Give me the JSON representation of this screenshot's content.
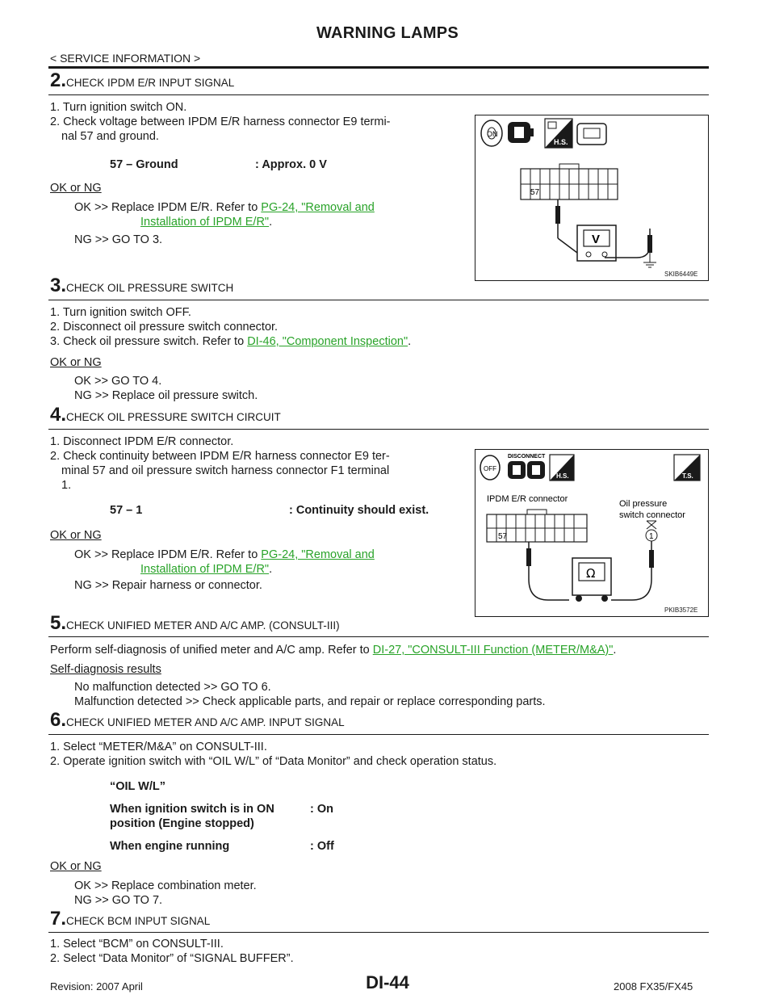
{
  "header": {
    "title": "WARNING LAMPS",
    "subtitle": "< SERVICE INFORMATION >"
  },
  "steps": {
    "s2": {
      "num": "2.",
      "title": "CHECK IPDM E/R INPUT SIGNAL",
      "l1": "1. Turn ignition switch ON.",
      "l2a": "2. Check voltage between IPDM E/R harness connector E9 termi-",
      "l2b": "nal 57 and ground.",
      "spec_left": "57 – Ground",
      "spec_right": ": Approx. 0 V",
      "okng": "OK or NG",
      "ok_a": "OK   >> Replace IPDM E/R. Refer to ",
      "ok_link1": "PG-24, \"Removal and",
      "ok_link2": "Installation of IPDM E/R\"",
      "ok_end": ".",
      "ng": "NG   >> GO TO 3.",
      "fig_code": "SKIB6449E",
      "fig_term": "57",
      "fig_v": "V",
      "fig_on": "ON",
      "fig_hs": "H.S."
    },
    "s3": {
      "num": "3.",
      "title": "CHECK OIL PRESSURE SWITCH",
      "l1": "1. Turn ignition switch OFF.",
      "l2": "2. Disconnect oil pressure switch connector.",
      "l3a": "3. Check oil pressure switch. Refer to ",
      "l3link": "DI-46, \"Component Inspection\"",
      "l3end": ".",
      "okng": "OK or NG",
      "ok": "OK   >> GO TO 4.",
      "ng": "NG   >> Replace oil pressure switch."
    },
    "s4": {
      "num": "4.",
      "title": "CHECK OIL PRESSURE SWITCH CIRCUIT",
      "l1": "1. Disconnect IPDM E/R connector.",
      "l2a": "2. Check continuity between IPDM E/R harness connector E9 ter-",
      "l2b": "minal 57 and oil pressure switch harness connector F1 terminal",
      "l2c": "1.",
      "spec_left": "57 – 1",
      "spec_right": ": Continuity should exist.",
      "okng": "OK or NG",
      "ok_a": "OK   >> Replace IPDM E/R. Refer to ",
      "ok_link1": "PG-24, \"Removal and",
      "ok_link2": "Installation of IPDM E/R\"",
      "ok_end": ".",
      "ng": "NG   >> Repair harness or connector.",
      "fig_code": "PKIB3572E",
      "fig_ipdm": "IPDM E/R connector",
      "fig_oil1": "Oil pressure",
      "fig_oil2": "switch connector",
      "fig_term57": "57",
      "fig_term1": "1",
      "fig_omega": "Ω",
      "fig_disconnect": "DISCONNECT",
      "fig_off": "OFF",
      "fig_hs": "H.S.",
      "fig_ts": "T.S."
    },
    "s5": {
      "num": "5.",
      "title": "CHECK UNIFIED METER AND A/C AMP. (CONSULT-III)",
      "l1a": "Perform self-diagnosis of unified meter and A/C amp. Refer to ",
      "l1link": "DI-27, \"CONSULT-III Function (METER/M&A)\"",
      "l1end": ".",
      "results": "Self-diagnosis results",
      "r1": "No malfunction detected >> GO TO 6.",
      "r2": "Malfunction detected >> Check applicable parts, and repair or replace corresponding parts."
    },
    "s6": {
      "num": "6.",
      "title": "CHECK UNIFIED METER AND A/C AMP. INPUT SIGNAL",
      "l1": "1. Select “METER/M&A” on CONSULT-III.",
      "l2": "2. Operate ignition switch with “OIL W/L” of “Data Monitor” and check operation status.",
      "item": "“OIL W/L”",
      "c1a": "When ignition switch is in ON",
      "c1b": "position (Engine stopped)",
      "c1v": ": On",
      "c2": "When engine running",
      "c2v": ": Off",
      "okng": "OK or NG",
      "ok": "OK   >> Replace combination meter.",
      "ng": "NG   >> GO TO 7."
    },
    "s7": {
      "num": "7.",
      "title": "CHECK BCM INPUT SIGNAL",
      "l1": "1. Select “BCM” on CONSULT-III.",
      "l2": "2. Select “Data Monitor” of “SIGNAL BUFFER”."
    }
  },
  "footer": {
    "revision": "Revision: 2007 April",
    "page": "DI-44",
    "model": "2008 FX35/FX45"
  }
}
